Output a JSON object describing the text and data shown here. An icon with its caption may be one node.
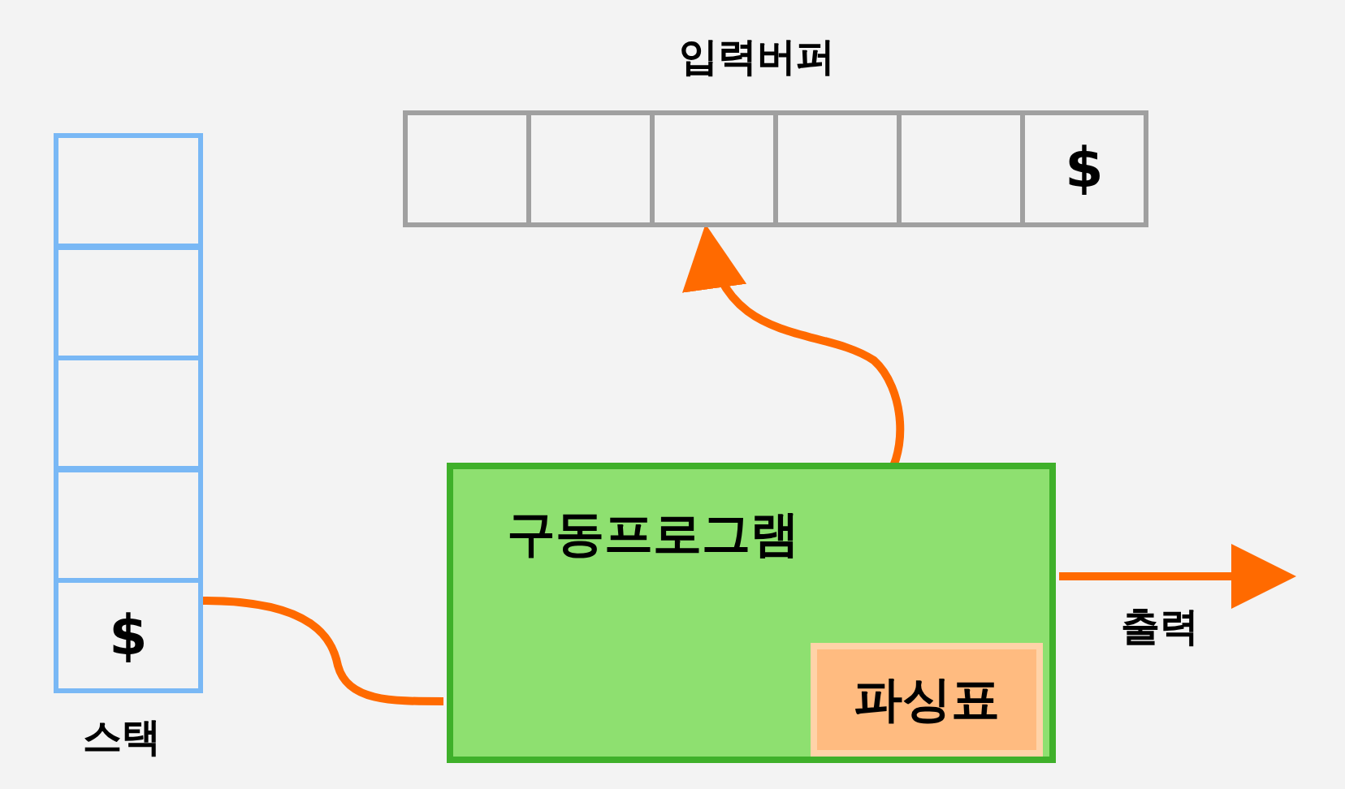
{
  "diagram": {
    "nodes": [
      {
        "text": [
          "입력버퍼"
        ]
      },
      {
        "text": [],
        "shape": "box",
        "in": 0
      },
      {
        "text": [],
        "shape": "box",
        "in": 0
      },
      {
        "text": [],
        "shape": "box",
        "in": 0
      },
      {
        "text": [],
        "shape": "box",
        "in": 0
      },
      {
        "text": [],
        "shape": "box",
        "in": 0
      },
      {
        "text": [
          "$"
        ],
        "in": 0
      },
      {
        "text": [
          "스택"
        ]
      },
      {
        "text": [],
        "shape": "box",
        "in": 7
      },
      {
        "text": [],
        "shape": "box",
        "in": 7
      },
      {
        "text": [],
        "shape": "box",
        "in": 7
      },
      {
        "text": [],
        "shape": "box",
        "in": 7
      },
      {
        "text": [
          "$"
        ],
        "in": 7
      },
      {
        "text": [
          "구동프로그램"
        ]
      },
      {
        "text": [
          "파싱표"
        ],
        "in": 13
      }
    ],
    "edges": [
      {
        "from": 12,
        "to": 13,
        "arrow": "none"
      },
      {
        "from": 13,
        "to": 3,
        "arrow": "to"
      },
      {
        "from": 13,
        "to": null,
        "arrow": "to",
        "label": "출력"
      }
    ]
  }
}
